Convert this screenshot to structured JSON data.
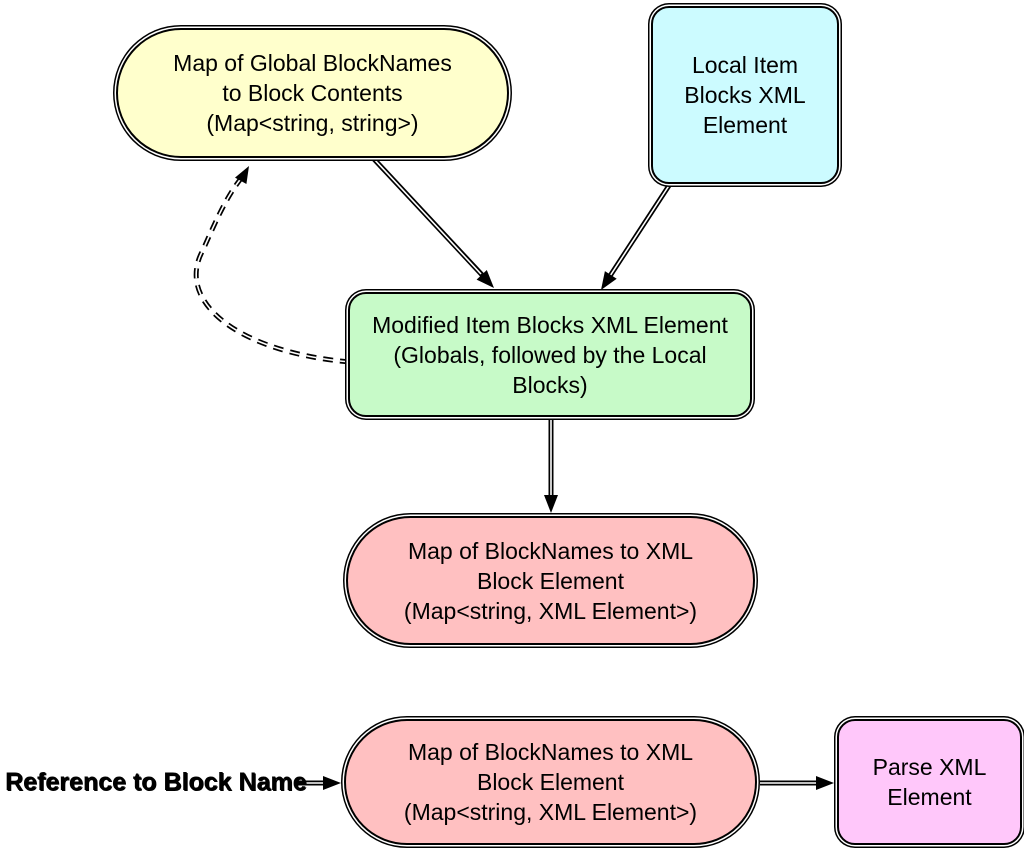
{
  "diagram": {
    "background_color": "#ffffff",
    "line_color": "#000000",
    "nodes": {
      "global_map": {
        "label": "Map of Global BlockNames\nto Block Contents\n(Map<string, string>)",
        "shape": "stadium",
        "color": "#FFFFCC"
      },
      "local_blocks": {
        "label": "Local Item\nBlocks XML\nElement",
        "shape": "rounded-rectangle",
        "color": "#CCFBFF"
      },
      "modified_blocks": {
        "label": "Modified Item Blocks XML Element\n(Globals, followed by the Local\nBlocks)",
        "shape": "rounded-rectangle",
        "color": "#C7FAC8"
      },
      "block_map_1": {
        "label": "Map of BlockNames to XML\nBlock Element\n(Map<string, XML Element>)",
        "shape": "stadium",
        "color": "#FFC0C1"
      },
      "block_map_2": {
        "label": "Map of BlockNames to XML\nBlock Element\n(Map<string, XML Element>)",
        "shape": "stadium",
        "color": "#FFC0C1"
      },
      "parse_xml": {
        "label": "Parse XML\nElement",
        "shape": "rounded-rectangle",
        "color": "#FFC7FA"
      },
      "reference_label": {
        "label": "Reference to Block Name",
        "shape": "text",
        "color": "#000000"
      }
    },
    "edges": [
      {
        "from": "global_map",
        "to": "modified_blocks",
        "style": "solid-arrow"
      },
      {
        "from": "local_blocks",
        "to": "modified_blocks",
        "style": "solid-arrow"
      },
      {
        "from": "modified_blocks",
        "to": "global_map",
        "style": "dashed-arrow"
      },
      {
        "from": "modified_blocks",
        "to": "block_map_1",
        "style": "solid-arrow"
      },
      {
        "from": "reference_label",
        "to": "block_map_2",
        "style": "solid-arrow"
      },
      {
        "from": "block_map_2",
        "to": "parse_xml",
        "style": "solid-arrow"
      }
    ]
  }
}
